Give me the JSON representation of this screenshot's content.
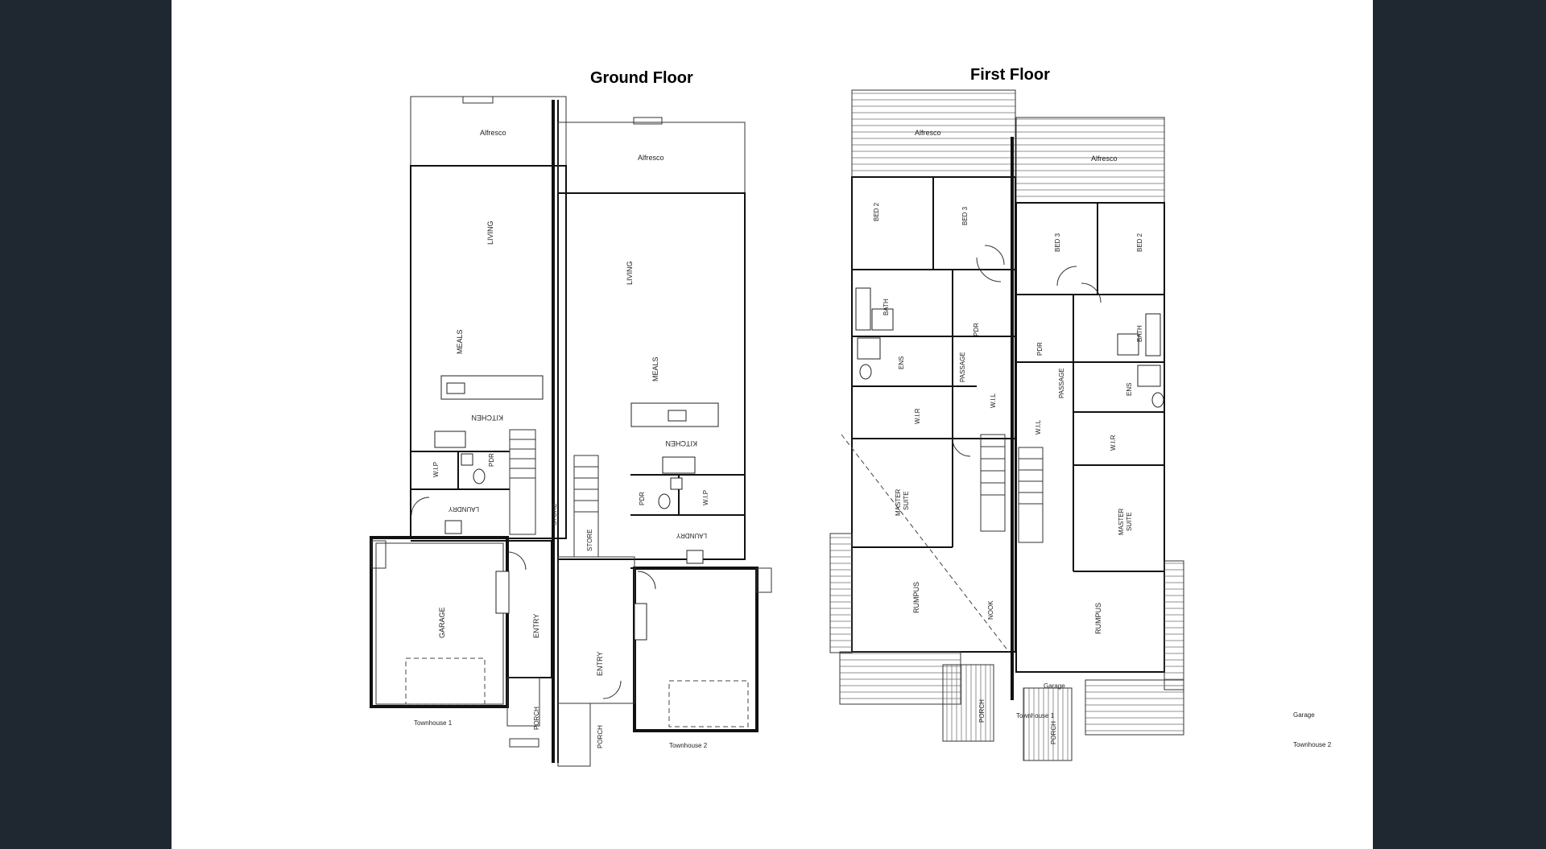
{
  "titles": {
    "ground": "Ground Floor",
    "first": "First Floor"
  },
  "ground": {
    "th1": {
      "alfresco": "Alfresco",
      "living": "LIVING",
      "meals": "MEALS",
      "kitchen": "KITCHEN",
      "wip": "W.I.P",
      "pdr": "PDR",
      "laundry": "LAUNDRY",
      "store": "STORE",
      "garage": "GARAGE",
      "entry": "ENTRY",
      "porch": "PORCH",
      "caption": "Townhouse 1"
    },
    "th2": {
      "alfresco": "Alfresco",
      "living": "LIVING",
      "meals": "MEALS",
      "kitchen": "KITCHEN",
      "wip": "W.I.P",
      "pdr": "PDR",
      "laundry": "LAUNDRY",
      "store": "STORE",
      "entry": "ENTRY",
      "porch": "PORCH",
      "caption": "Townhouse 2"
    }
  },
  "first": {
    "th1": {
      "alfresco": "Alfresco",
      "bed2": "BED 2",
      "bed3": "BED 3",
      "bath": "BATH",
      "pdr": "PDR",
      "ens": "ENS",
      "passage": "PASSAGE",
      "wir": "W.I.R",
      "wil": "W.I.L",
      "master": [
        "MASTER",
        "SUITE"
      ],
      "rumpus": "RUMPUS",
      "nook": "NOOK",
      "garage": "Garage",
      "porch": "PORCH",
      "caption": "Townhouse 1"
    },
    "th2": {
      "alfresco": "Alfresco",
      "bed3": "BED 3",
      "bed2": "BED 2",
      "bath": "BATH",
      "pdr": "PDR",
      "ens": "ENS",
      "passage": "PASSAGE",
      "wir": "W.I.R",
      "wil": "W.I.L",
      "master": [
        "MASTER",
        "SUITE"
      ],
      "rumpus": "RUMPUS",
      "garage": "Garage",
      "porch": "PORCH",
      "caption": "Townhouse 2"
    }
  },
  "colors": {
    "background": "#1f2730",
    "sheet": "#ffffff",
    "line": "#111111"
  }
}
